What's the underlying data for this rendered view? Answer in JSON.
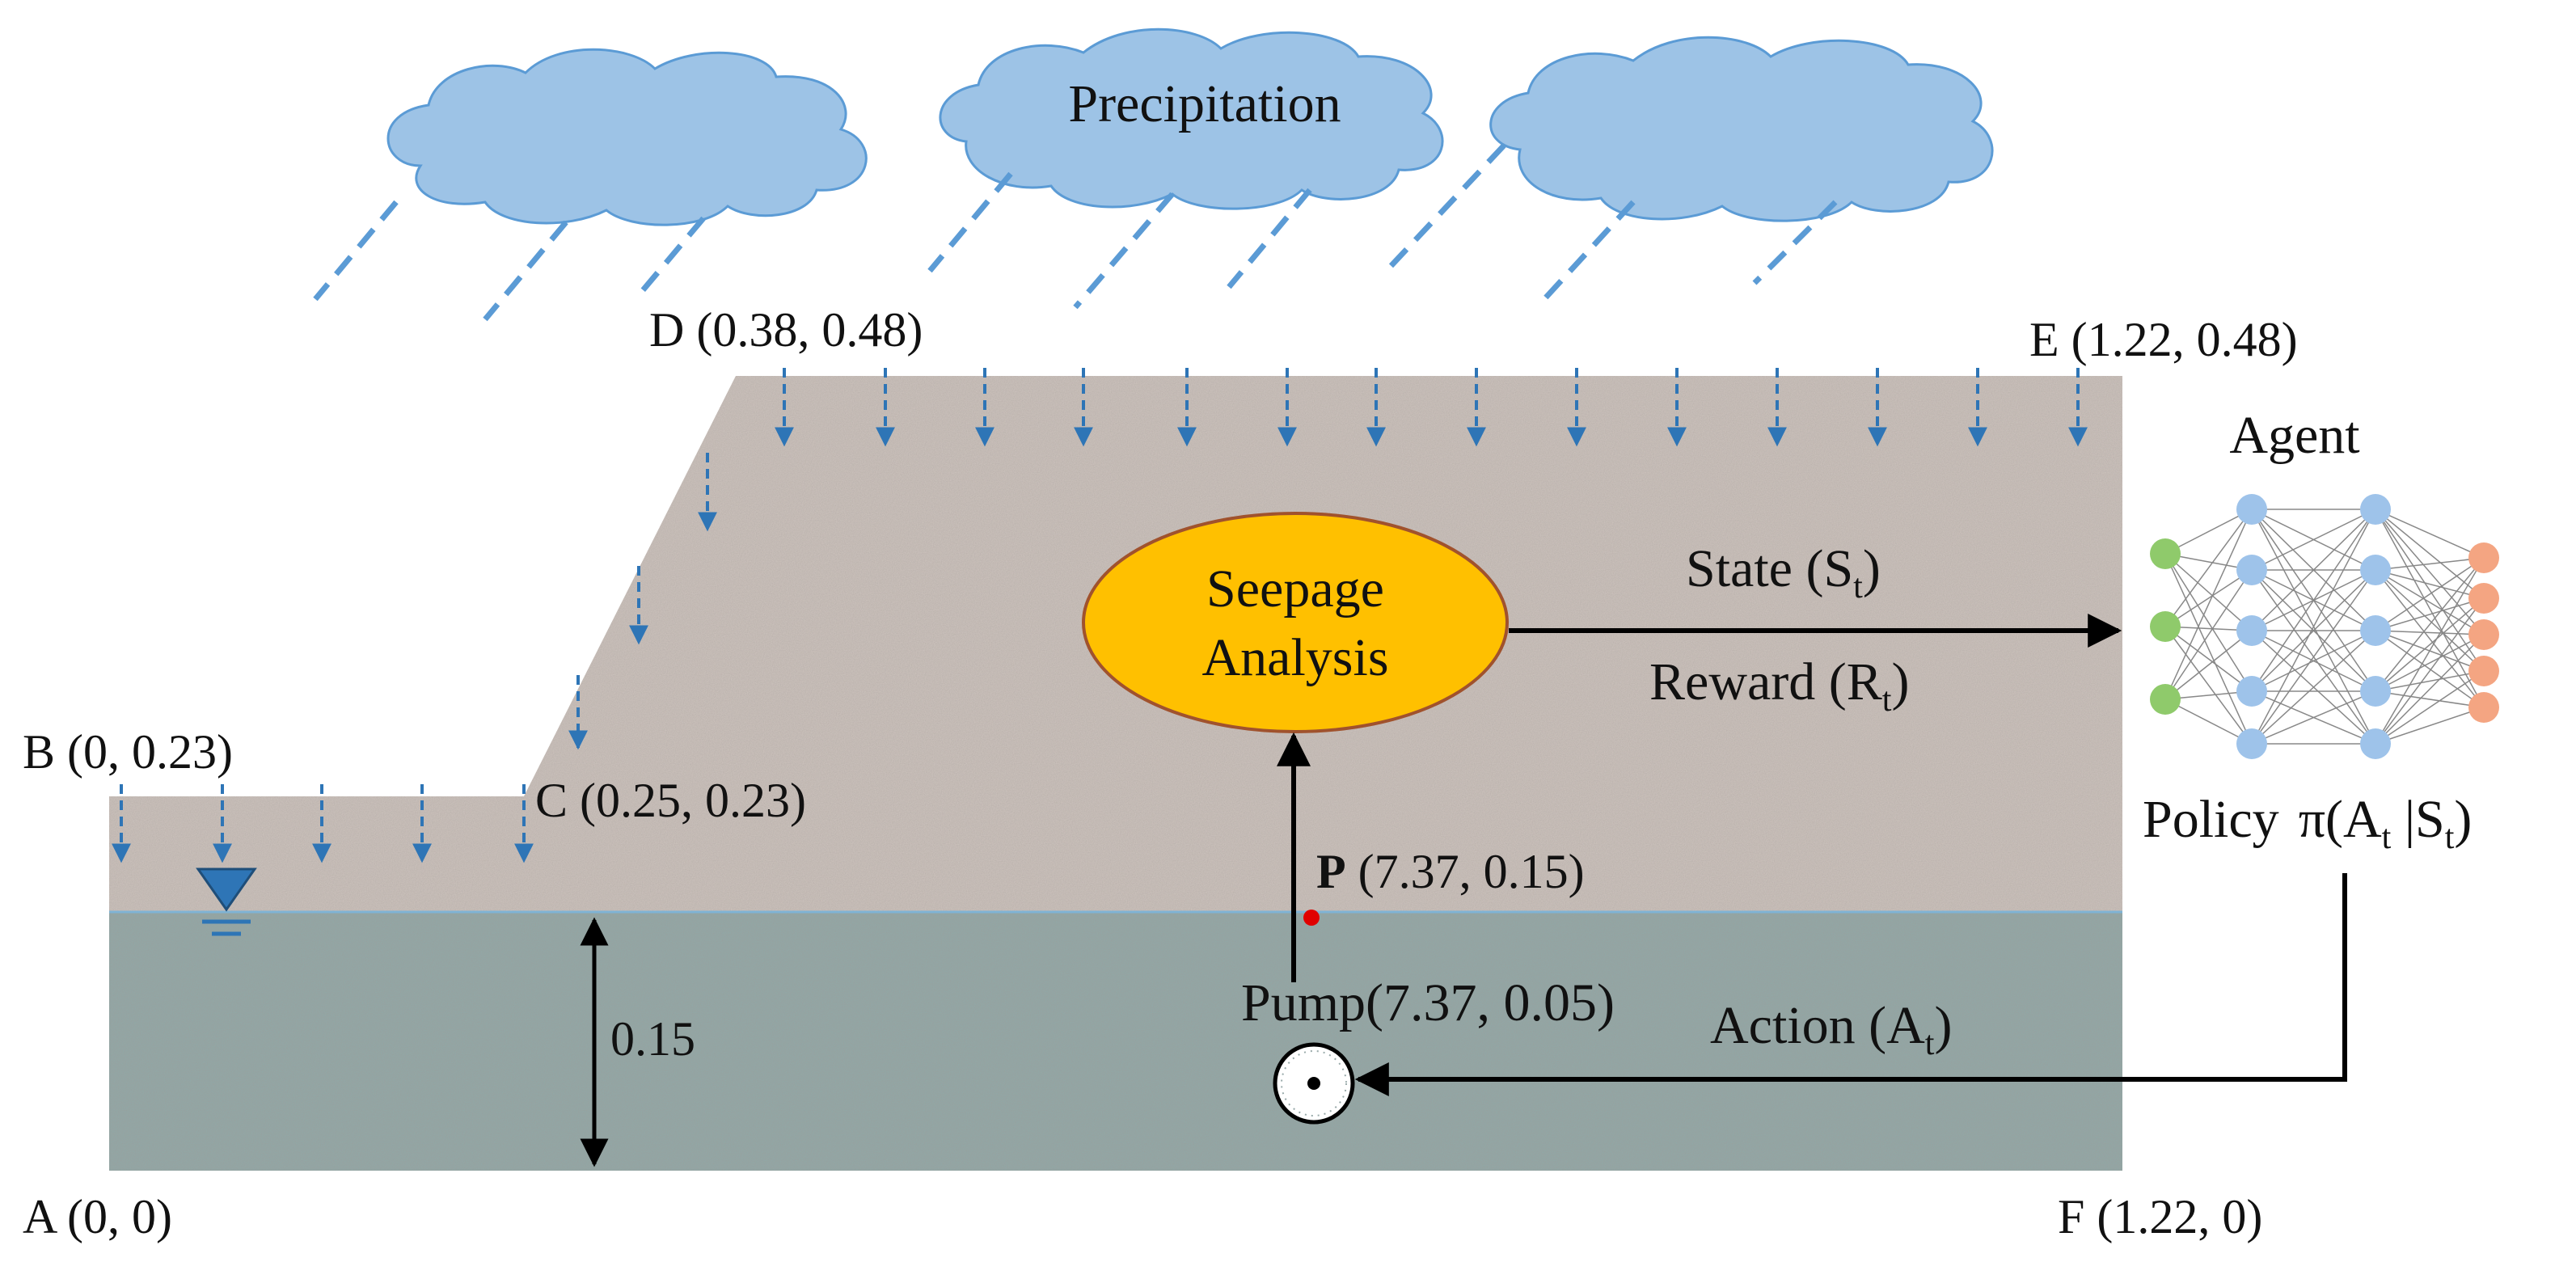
{
  "diagram": {
    "clouds": {
      "caption": "Precipitation"
    },
    "points": {
      "A": {
        "name": "A",
        "coords": "(0, 0)"
      },
      "B": {
        "name": "B",
        "coords": "(0, 0.23)"
      },
      "C": {
        "name": "C",
        "coords": "(0.25, 0.23)"
      },
      "D": {
        "name": "D",
        "coords": "(0.38, 0.48)"
      },
      "E": {
        "name": "E",
        "coords": "(1.22, 0.48)"
      },
      "F": {
        "name": "F",
        "coords": "(1.22, 0)"
      },
      "P": {
        "name": "P",
        "coords": "(7.37, 0.15)"
      }
    },
    "water_depth_label": "0.15",
    "pump": {
      "label": "Pump",
      "coords": "(7.37, 0.05)"
    },
    "analysis": {
      "line1": "Seepage",
      "line2": "Analysis"
    },
    "agent": {
      "title": "Agent",
      "policy_label": "Policy",
      "policy_symbol": "π(A",
      "policy_sub1": "t",
      "policy_mid": " |S",
      "policy_sub2": "t",
      "policy_end": ")"
    },
    "signals": {
      "state": {
        "label": "State (S",
        "sub": "t",
        "end": ")"
      },
      "reward": {
        "label": "Reward (R",
        "sub": "t",
        "end": ")"
      },
      "action": {
        "label": "Action (A",
        "sub": "t",
        "end": ")"
      }
    },
    "colors": {
      "cloud": "#9dc3e6",
      "cloud_edge": "#5b9bd5",
      "rain": "#5b9bd5",
      "soil": "#cfc5bf",
      "water": "#8fa9a8",
      "ellipse": "#ffc000",
      "ellipse_edge": "#a0522d",
      "point_p": "#e00000",
      "node_input": "#8fca6b",
      "node_hidden": "#9ec3ea",
      "node_output": "#f4a582"
    }
  }
}
